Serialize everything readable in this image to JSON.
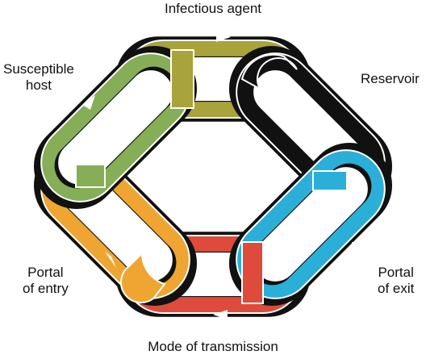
{
  "diagram": {
    "labels": {
      "infectious_agent": "Infectious agent",
      "reservoir": "Reservoir",
      "susceptible_host_line1": "Susceptible",
      "susceptible_host_line2": "host",
      "portal_of_entry_line1": "Portal",
      "portal_of_entry_line2": "of entry",
      "portal_of_exit_line1": "Portal",
      "portal_of_exit_line2": "of exit",
      "mode_of_transmission": "Mode of transmission"
    },
    "colors": {
      "infectious_agent": "#A8A33A",
      "reservoir": "#111111",
      "portal_of_exit": "#2BAFD9",
      "mode_of_transmission": "#DE4B3C",
      "portal_of_entry": "#EFA531",
      "susceptible_host": "#85AE57",
      "outline": "#111111",
      "arrow": "#ffffff"
    },
    "links_in_order": [
      "Infectious agent",
      "Reservoir",
      "Portal of exit",
      "Mode of transmission",
      "Portal of entry",
      "Susceptible host"
    ]
  }
}
